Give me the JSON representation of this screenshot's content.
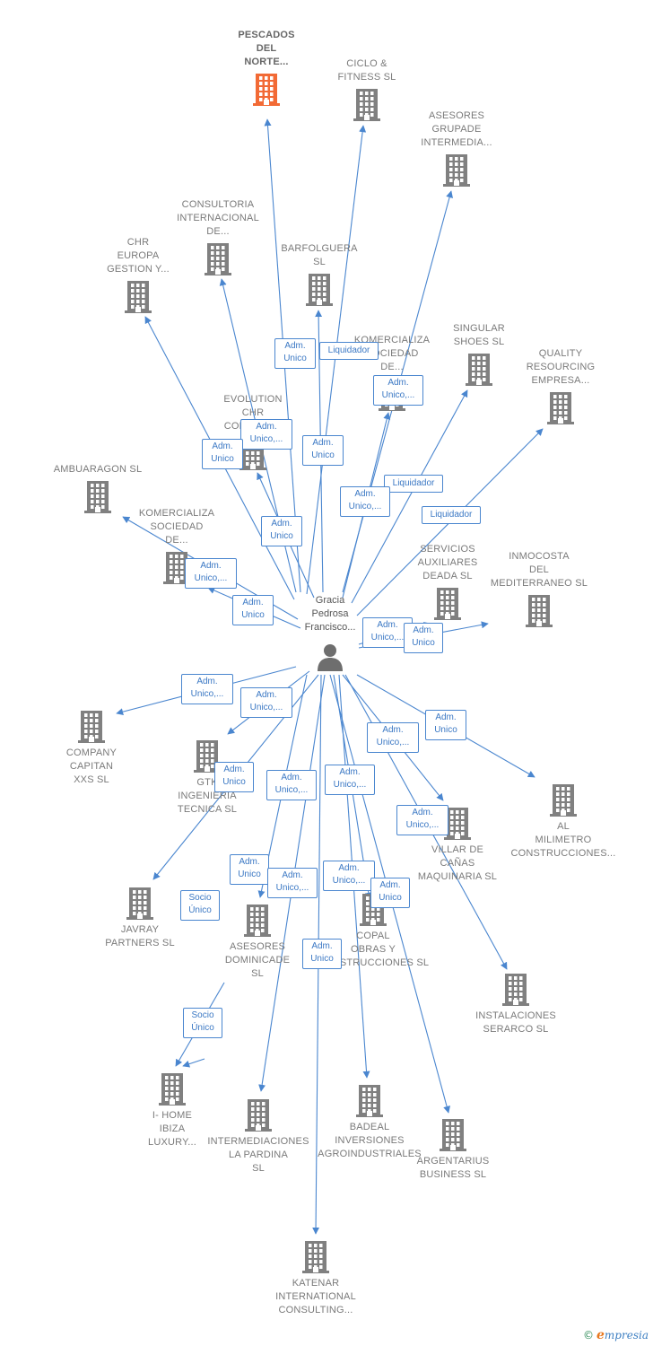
{
  "center": {
    "name_lines": [
      "Gracia",
      "Pedrosa",
      "Francisco..."
    ],
    "icon": "person-icon"
  },
  "companies": [
    {
      "id": "pescados",
      "lines": [
        "PESCADOS",
        "DEL",
        "NORTE..."
      ],
      "highlight": true
    },
    {
      "id": "ciclo",
      "lines": [
        "CICLO &",
        "FITNESS SL"
      ]
    },
    {
      "id": "asesores-grupade",
      "lines": [
        "ASESORES",
        "GRUPADE",
        "INTERMEDIA..."
      ]
    },
    {
      "id": "consultoria",
      "lines": [
        "CONSULTORIA",
        "INTERNACIONAL",
        "DE..."
      ]
    },
    {
      "id": "chr-europa",
      "lines": [
        "CHR",
        "EUROPA",
        "GESTION Y..."
      ]
    },
    {
      "id": "barfolguera",
      "lines": [
        "BARFOLGUERA",
        "SL"
      ]
    },
    {
      "id": "komercializa-1",
      "lines": [
        "KOMERCIALIZA",
        "SOCIEDAD",
        "DE..."
      ]
    },
    {
      "id": "singular",
      "lines": [
        "SINGULAR",
        "SHOES SL"
      ]
    },
    {
      "id": "quality",
      "lines": [
        "QUALITY",
        "RESOURCING",
        "EMPRESA..."
      ]
    },
    {
      "id": "evolution",
      "lines": [
        "EVOLUTION",
        "CHR",
        "COMPANY..."
      ]
    },
    {
      "id": "ambuaragon",
      "lines": [
        "AMBUARAGON SL"
      ]
    },
    {
      "id": "komercializa-2",
      "lines": [
        "KOMERCIALIZA",
        "SOCIEDAD",
        "DE..."
      ]
    },
    {
      "id": "servicios",
      "lines": [
        "SERVICIOS",
        "AUXILIARES",
        "DEADA SL"
      ]
    },
    {
      "id": "inmocosta",
      "lines": [
        "INMOCOSTA",
        "DEL",
        "MEDITERRANEO SL"
      ]
    },
    {
      "id": "company-capitan",
      "lines": [
        "COMPANY",
        "CAPITAN",
        "XXS SL"
      ]
    },
    {
      "id": "gtk",
      "lines": [
        "GTK",
        "INGENIERIA",
        "TECNICA SL"
      ]
    },
    {
      "id": "al-milimetro",
      "lines": [
        "AL",
        "MILIMETRO",
        "CONSTRUCCIONES..."
      ]
    },
    {
      "id": "villar",
      "lines": [
        "VILLAR DE",
        "CAÑAS",
        "MAQUINARIA SL"
      ]
    },
    {
      "id": "javray",
      "lines": [
        "JAVRAY",
        "PARTNERS SL"
      ]
    },
    {
      "id": "asesores-dominicade",
      "lines": [
        "ASESORES",
        "DOMINICADE",
        "SL"
      ]
    },
    {
      "id": "copal",
      "lines": [
        "COPAL",
        "OBRAS Y",
        "CONSTRUCCIONES SL"
      ]
    },
    {
      "id": "instalaciones",
      "lines": [
        "INSTALACIONES",
        "SERARCO SL"
      ]
    },
    {
      "id": "ihome",
      "lines": [
        "I- HOME",
        "IBIZA",
        "LUXURY..."
      ]
    },
    {
      "id": "intermediaciones",
      "lines": [
        "INTERMEDIACIONES",
        "LA PARDINA",
        "SL"
      ]
    },
    {
      "id": "badeal",
      "lines": [
        "BADEAL",
        "INVERSIONES",
        "AGROINDUSTRIALES"
      ]
    },
    {
      "id": "argentarius",
      "lines": [
        "ARGENTARIUS",
        "BUSINESS SL"
      ]
    },
    {
      "id": "katenar",
      "lines": [
        "KATENAR",
        "INTERNATIONAL",
        "CONSULTING..."
      ]
    }
  ],
  "roles": [
    {
      "id": "r-pescados",
      "lines": [
        "Adm.",
        "Unico"
      ]
    },
    {
      "id": "r-barfolguera-liq",
      "lines": [
        "Liquidador"
      ]
    },
    {
      "id": "r-komercializa1",
      "lines": [
        "Adm.",
        "Unico,..."
      ]
    },
    {
      "id": "r-evolution",
      "lines": [
        "Adm.",
        "Unico,..."
      ]
    },
    {
      "id": "r-chr",
      "lines": [
        "Adm.",
        "Unico"
      ]
    },
    {
      "id": "r-barfolguera",
      "lines": [
        "Adm.",
        "Unico"
      ]
    },
    {
      "id": "r-singular-liq",
      "lines": [
        "Liquidador"
      ]
    },
    {
      "id": "r-asesores-grupade",
      "lines": [
        "Adm.",
        "Unico,..."
      ]
    },
    {
      "id": "r-quality-liq",
      "lines": [
        "Liquidador"
      ]
    },
    {
      "id": "r-consultoria",
      "lines": [
        "Adm.",
        "Unico"
      ]
    },
    {
      "id": "r-komercializa2",
      "lines": [
        "Adm.",
        "Unico,..."
      ]
    },
    {
      "id": "r-ambuaragon",
      "lines": [
        "Adm.",
        "Unico"
      ]
    },
    {
      "id": "r-servicios",
      "lines": [
        "Adm.",
        "Unico,..."
      ]
    },
    {
      "id": "r-inmocosta",
      "lines": [
        "Adm.",
        "Unico"
      ]
    },
    {
      "id": "r-company-capitan",
      "lines": [
        "Adm.",
        "Unico,..."
      ]
    },
    {
      "id": "r-gtk",
      "lines": [
        "Adm.",
        "Unico,..."
      ]
    },
    {
      "id": "r-al-milimetro",
      "lines": [
        "Adm.",
        "Unico"
      ]
    },
    {
      "id": "r-villar-a",
      "lines": [
        "Adm.",
        "Unico,..."
      ]
    },
    {
      "id": "r-javray",
      "lines": [
        "Adm.",
        "Unico"
      ]
    },
    {
      "id": "r-badeal",
      "lines": [
        "Adm.",
        "Unico,..."
      ]
    },
    {
      "id": "r-intermediaciones",
      "lines": [
        "Adm.",
        "Unico,..."
      ]
    },
    {
      "id": "r-instalaciones",
      "lines": [
        "Adm.",
        "Unico,..."
      ]
    },
    {
      "id": "r-ihome-a",
      "lines": [
        "Adm.",
        "Unico"
      ]
    },
    {
      "id": "r-asesores-dominicade",
      "lines": [
        "Adm.",
        "Unico,..."
      ]
    },
    {
      "id": "r-copal",
      "lines": [
        "Adm.",
        "Unico,..."
      ]
    },
    {
      "id": "r-argentarius",
      "lines": [
        "Adm.",
        "Unico"
      ]
    },
    {
      "id": "r-socio-1",
      "lines": [
        "Socio",
        "Único"
      ]
    },
    {
      "id": "r-katenar",
      "lines": [
        "Adm.",
        "Unico"
      ]
    },
    {
      "id": "r-socio-2",
      "lines": [
        "Socio",
        "Único"
      ]
    }
  ],
  "colors": {
    "edge": "#4a86cf",
    "building": "#808080",
    "building_highlight": "#f26a35",
    "person": "#6e6e6e"
  },
  "footer": {
    "copyright": "©",
    "brand_initial": "e",
    "brand_rest": "mpresia"
  }
}
